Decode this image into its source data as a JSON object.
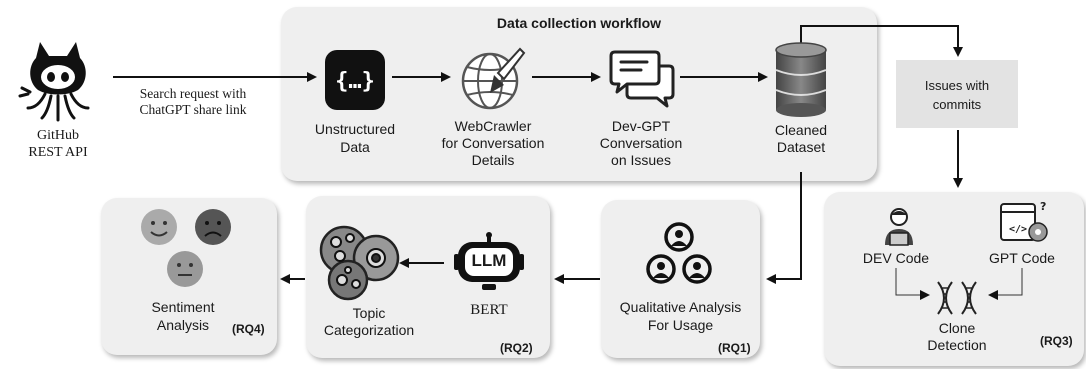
{
  "workflow": {
    "title": "Data collection workflow"
  },
  "source": {
    "name": "GitHub\nREST API",
    "edge_label": "Search request with\nChatGPT share link"
  },
  "nodes": {
    "unstructured": "Unstructured\nData",
    "webcrawler": "WebCrawler\nfor Conversation\nDetails",
    "devgpt": "Dev-GPT\nConversation\non Issues",
    "cleaned": "Cleaned\nDataset",
    "issues": "Issues with\ncommits"
  },
  "rq1": {
    "label": "Qualitative Analysis\nFor Usage",
    "tag": "(RQ1)"
  },
  "rq2": {
    "llm": "LLM",
    "bert": "BERT",
    "topic": "Topic\nCategorization",
    "tag": "(RQ2)"
  },
  "rq3": {
    "dev": "DEV Code",
    "gpt": "GPT Code",
    "clone": "Clone\nDetection",
    "tag": "(RQ3)"
  },
  "rq4": {
    "label": "Sentiment\nAnalysis",
    "tag": "(RQ4)"
  }
}
